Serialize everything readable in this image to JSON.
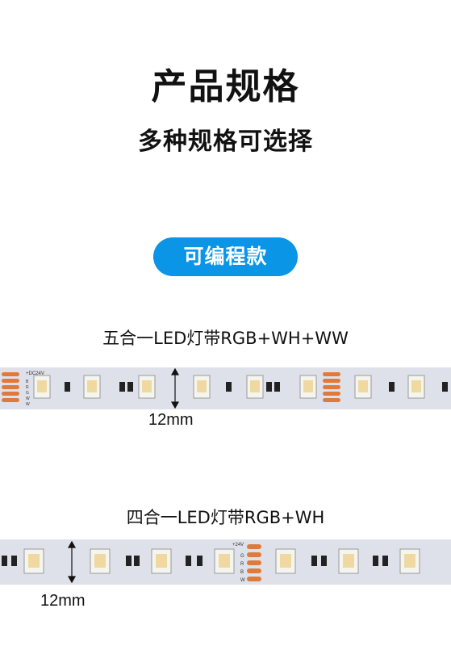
{
  "header": {
    "title": "产品规格",
    "subtitle": "多种规格可选择"
  },
  "badge": {
    "label": "可编程款",
    "color": "#0a95e6"
  },
  "strips": [
    {
      "title": "五合一LED灯带RGB+WH+WW",
      "width_label": "12mm",
      "voltage": "+DC24V",
      "pad_labels": [
        "B",
        "R",
        "G",
        "W",
        "W"
      ]
    },
    {
      "title": "四合一LED灯带RGB+WH",
      "width_label": "12mm",
      "voltage": "+24V",
      "pad_labels": [
        "G",
        "R",
        "B",
        "W"
      ]
    }
  ],
  "colors": {
    "strip_background": "#dfe1ea",
    "solder_pad": "#e07a3a",
    "text": "#111111"
  }
}
